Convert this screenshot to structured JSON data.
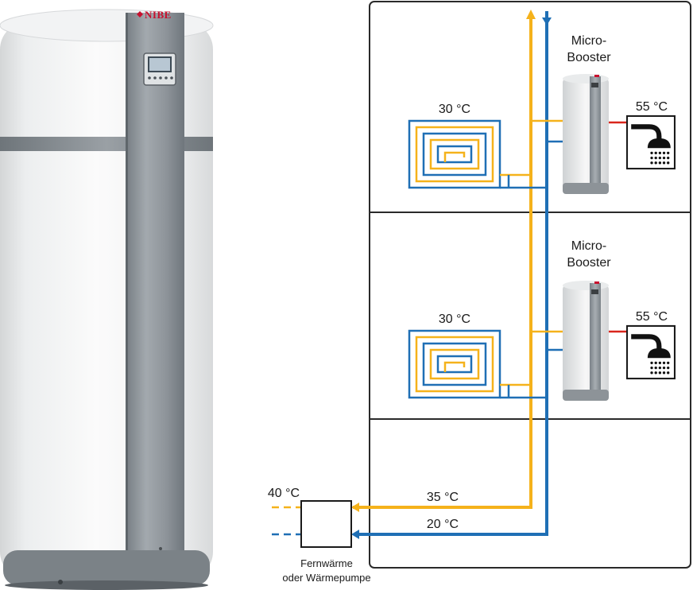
{
  "product": {
    "brand": "NIBE"
  },
  "floors": [
    {
      "booster_label_line1": "Micro-",
      "booster_label_line2": "Booster",
      "floor_heating_temp": "30 °C",
      "hot_water_temp": "55 °C"
    },
    {
      "booster_label_line1": "Micro-",
      "booster_label_line2": "Booster",
      "floor_heating_temp": "30 °C",
      "hot_water_temp": "55 °C"
    }
  ],
  "source": {
    "input_temp": "40 °C",
    "supply_temp": "35 °C",
    "return_temp": "20 °C",
    "label_line1": "Fernwärme",
    "label_line2": "oder Wärmepumpe"
  },
  "colors": {
    "supply": "#f5b21b",
    "return": "#1f6fb5",
    "hot_water": "#d9261c",
    "frame": "#2a2a2a",
    "tank_panel": "#8f969c",
    "brand": "#c8102e"
  }
}
